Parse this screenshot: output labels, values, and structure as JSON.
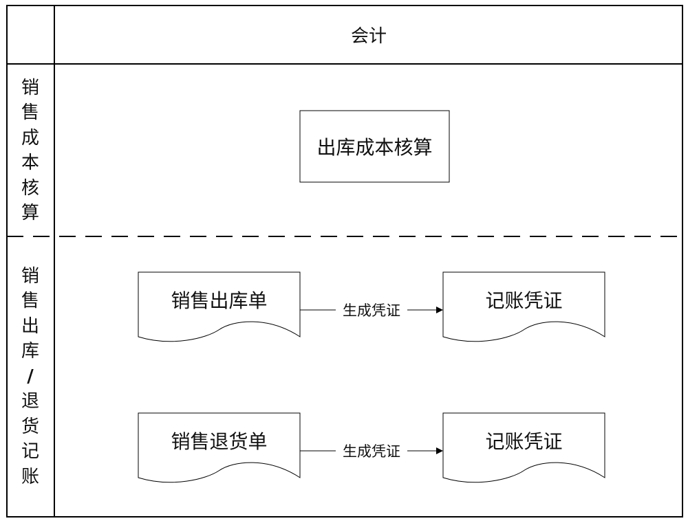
{
  "header": {
    "column_title": "会计"
  },
  "lanes": {
    "cost": {
      "label_chars": [
        "销",
        "售",
        "成",
        "本",
        "核",
        "算"
      ]
    },
    "outbound": {
      "label_chars": [
        "销",
        "售",
        "出",
        "库",
        "/",
        "退",
        "货",
        "记",
        "账"
      ]
    }
  },
  "nodes": {
    "cost_process": {
      "label": "出库成本核算"
    },
    "sales_outbound_doc": {
      "label": "销售出库单"
    },
    "voucher_1": {
      "label": "记账凭证"
    },
    "sales_return_doc": {
      "label": "销售退货单"
    },
    "voucher_2": {
      "label": "记账凭证"
    }
  },
  "edges": {
    "gen_1": {
      "label": "生成凭证"
    },
    "gen_2": {
      "label": "生成凭证"
    }
  }
}
